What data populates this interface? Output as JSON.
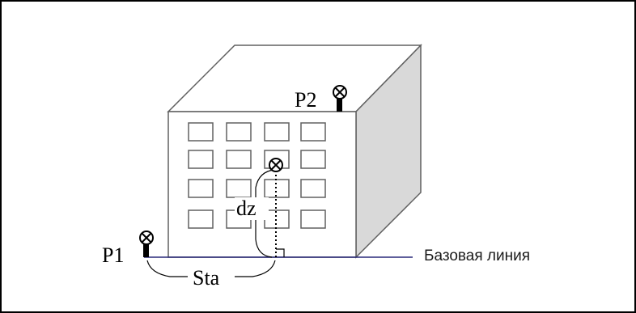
{
  "labels": {
    "point1": "P1",
    "point2": "P2",
    "height_offset": "dz",
    "station": "Sta",
    "baseline": "Базовая линия"
  },
  "colors": {
    "background": "#ffffff",
    "frame_border": "#000000",
    "building_outline": "#606060",
    "building_front": "#ffffff",
    "building_side": "#d9d9d9",
    "baseline": "#2a2a7a",
    "target_symbol": "#000000"
  },
  "icons": {
    "target": "target-cross-icon",
    "prism": "prism-pole-icon"
  }
}
